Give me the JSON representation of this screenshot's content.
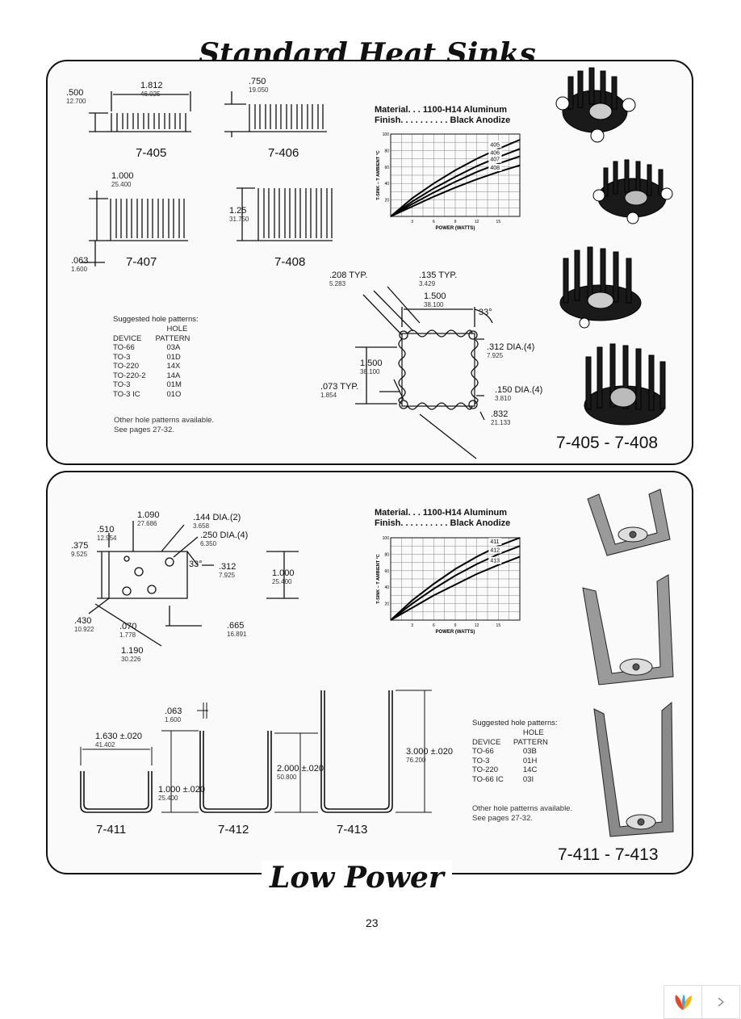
{
  "page": {
    "title_top": "Standard Heat Sinks",
    "title_bottom": "Low Power",
    "page_number": "23"
  },
  "top": {
    "series": "7-405 - 7-408",
    "parts": [
      "7-405",
      "7-406",
      "7-407",
      "7-408"
    ],
    "dims": {
      "h405": {
        "in": ".500",
        "mm": "12.700"
      },
      "w405": {
        "in": "1.812",
        "mm": "46.025"
      },
      "h406": {
        "in": ".750",
        "mm": "19.050"
      },
      "h407": {
        "in": "1.000",
        "mm": "25.400"
      },
      "h408": {
        "in": "1.25",
        "mm": "31.750"
      },
      "base": {
        "in": ".063",
        "mm": "1.600"
      },
      "fin_typ": {
        "in": ".208",
        "mm": "5.283",
        "suffix": "TYP."
      },
      "gap_typ": {
        "in": ".135",
        "mm": "3.429",
        "suffix": "TYP."
      },
      "square_w": {
        "in": "1.500",
        "mm": "38.100"
      },
      "square_h": {
        "in": "1.500",
        "mm": "38.100"
      },
      "angle": "33°",
      "dia_large": {
        "in": ".312",
        "mm": "7.925",
        "suffix": "DIA.(4)"
      },
      "dia_small": {
        "in": ".150",
        "mm": "3.810",
        "suffix": "DIA.(4)"
      },
      "thick_typ": {
        "in": ".073",
        "mm": "1.854",
        "suffix": "TYP."
      },
      "diag": {
        "in": ".832",
        "mm": "21.133"
      }
    },
    "material": {
      "line1": "Material. . . 1100-H14 Aluminum",
      "line2": "Finish. . . . . . . . . . Black Anodize"
    },
    "holes": {
      "heading": "Suggested hole patterns:",
      "col1": "DEVICE",
      "col2_top": "HOLE",
      "col2": "PATTERN",
      "rows": [
        [
          "TO-66",
          "03A"
        ],
        [
          "TO-3",
          "01D"
        ],
        [
          "TO-220",
          "14X"
        ],
        [
          "TO-220-2",
          "14A"
        ],
        [
          "TO-3",
          "01M"
        ],
        [
          "TO-3 IC",
          "01O"
        ]
      ],
      "note1": "Other hole patterns available.",
      "note2": "See pages 27-32."
    }
  },
  "bottom": {
    "series": "7-411 - 7-413",
    "parts": [
      "7-411",
      "7-412",
      "7-413"
    ],
    "dims": {
      "d1090": {
        "in": "1.090",
        "mm": "27.686"
      },
      "d144": {
        "in": ".144",
        "mm": "3.658",
        "suffix": "DIA.(2)"
      },
      "d510": {
        "in": ".510",
        "mm": "12.954"
      },
      "d250": {
        "in": ".250",
        "mm": "6.350",
        "suffix": "DIA.(4)"
      },
      "d375": {
        "in": ".375",
        "mm": "9.525"
      },
      "d33": "33°",
      "d312": {
        "in": ".312",
        "mm": "7.925"
      },
      "d1000": {
        "in": "1.000",
        "mm": "25.400"
      },
      "d430": {
        "in": ".430",
        "mm": "10.922"
      },
      "d070": {
        "in": ".070",
        "mm": "1.778"
      },
      "d665": {
        "in": ".665",
        "mm": "16.891"
      },
      "d1190": {
        "in": "1.190",
        "mm": "30.226"
      },
      "d063": {
        "in": ".063",
        "mm": "1.600"
      },
      "d1630": {
        "in": "1.630 ±.020",
        "mm": "41.402"
      },
      "d1000b": {
        "in": "1.000 ±.020",
        "mm": "25.400"
      },
      "d2000": {
        "in": "2.000 ±.020",
        "mm": "50.800"
      },
      "d3000": {
        "in": "3.000 ±.020",
        "mm": "76.200"
      }
    },
    "material": {
      "line1": "Material. . . 1100-H14 Aluminum",
      "line2": "Finish. . . . . . . . . . Black Anodize"
    },
    "holes": {
      "heading": "Suggested hole patterns:",
      "col1": "DEVICE",
      "col2_top": "HOLE",
      "col2": "PATTERN",
      "rows": [
        [
          "TO-66",
          "03B"
        ],
        [
          "TO-3",
          "01H"
        ],
        [
          "TO-220",
          "14C"
        ],
        [
          "TO-66 IC",
          "03I"
        ]
      ],
      "note1": "Other hole patterns available.",
      "note2": "See pages 27-32."
    }
  },
  "chart_data": [
    {
      "type": "line",
      "xlabel": "POWER (WATTS)",
      "ylabel": "T-SINK – T AMBIENT °C",
      "xlim": [
        0,
        18
      ],
      "ylim": [
        0,
        100
      ],
      "xticks": [
        "3",
        "6",
        "9",
        "12",
        "15"
      ],
      "yticks": [
        "20",
        "40",
        "60",
        "80",
        "100"
      ],
      "grid": true,
      "series": [
        {
          "name": "405",
          "x": [
            0,
            3,
            6,
            9,
            12,
            15,
            18
          ],
          "y": [
            0,
            22,
            40,
            56,
            70,
            82,
            93
          ]
        },
        {
          "name": "406",
          "x": [
            0,
            3,
            6,
            9,
            12,
            15,
            18
          ],
          "y": [
            0,
            18,
            34,
            48,
            61,
            72,
            82
          ]
        },
        {
          "name": "407",
          "x": [
            0,
            3,
            6,
            9,
            12,
            15,
            18
          ],
          "y": [
            0,
            15,
            29,
            42,
            54,
            64,
            73
          ]
        },
        {
          "name": "408",
          "x": [
            0,
            3,
            6,
            9,
            12,
            15,
            18
          ],
          "y": [
            0,
            12,
            24,
            35,
            45,
            54,
            62
          ]
        }
      ]
    },
    {
      "type": "line",
      "xlabel": "POWER (WATTS)",
      "ylabel": "T-SINK – T AMBIENT °C",
      "xlim": [
        0,
        18
      ],
      "ylim": [
        0,
        100
      ],
      "xticks": [
        "3",
        "6",
        "9",
        "12",
        "15"
      ],
      "yticks": [
        "20",
        "40",
        "60",
        "80",
        "100"
      ],
      "grid": true,
      "series": [
        {
          "name": "411",
          "x": [
            0,
            3,
            6,
            9,
            12,
            15,
            18
          ],
          "y": [
            0,
            24,
            44,
            62,
            77,
            90,
            100
          ]
        },
        {
          "name": "412",
          "x": [
            0,
            3,
            6,
            9,
            12,
            15,
            18
          ],
          "y": [
            0,
            20,
            38,
            54,
            68,
            80,
            90
          ]
        },
        {
          "name": "413",
          "x": [
            0,
            3,
            6,
            9,
            12,
            15,
            18
          ],
          "y": [
            0,
            15,
            30,
            43,
            56,
            67,
            77
          ]
        }
      ]
    }
  ]
}
